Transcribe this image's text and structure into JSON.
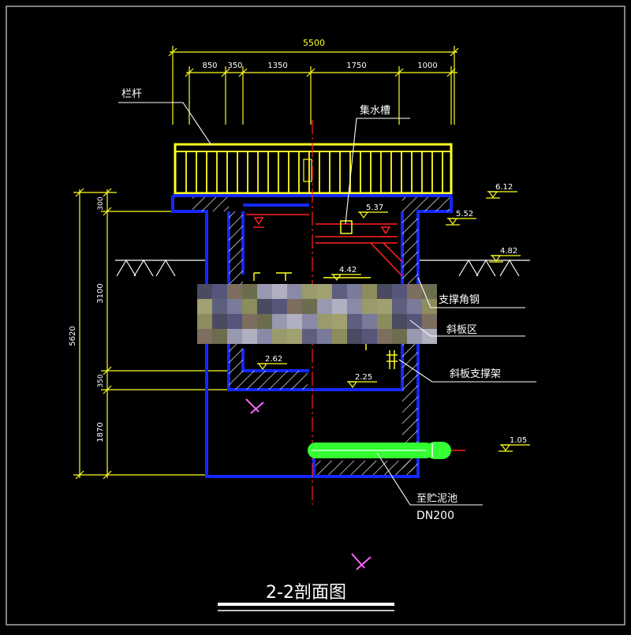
{
  "drawing": {
    "title": "2-2剖面图",
    "colors": {
      "background": "#000000",
      "structure": "#1428ff",
      "railing": "#ffff22",
      "dimension": "#ffff22",
      "annotation": "#ffffff",
      "centerline": "#ff2020",
      "pipe": "#33ff33",
      "hatch": "#ffffff"
    },
    "dimensions_top": {
      "overall": "5500",
      "segments": [
        "850",
        "350",
        "1350",
        "1750",
        "1000"
      ]
    },
    "dimensions_left": {
      "overall": "5620",
      "segments": [
        "300",
        "3100",
        "350",
        "1870"
      ]
    },
    "elevations": [
      {
        "id": "rail-top",
        "value": "6.12"
      },
      {
        "id": "top-slab",
        "value": "5.52"
      },
      {
        "id": "water-level",
        "value": "5.37"
      },
      {
        "id": "ground",
        "value": "4.82"
      },
      {
        "id": "inner-level",
        "value": "4.42"
      },
      {
        "id": "hopper",
        "value": "2.62"
      },
      {
        "id": "base-inner",
        "value": "2.25"
      },
      {
        "id": "pipe",
        "value": "1.05"
      }
    ],
    "labels": {
      "railing": "栏杆",
      "collector": "集水槽",
      "support_angle": "支撑角钢",
      "inclined_plate": "斜板区",
      "plate_support": "斜板支撑架",
      "to_sludge_1": "至贮泥池",
      "to_sludge_2": "DN200"
    }
  }
}
